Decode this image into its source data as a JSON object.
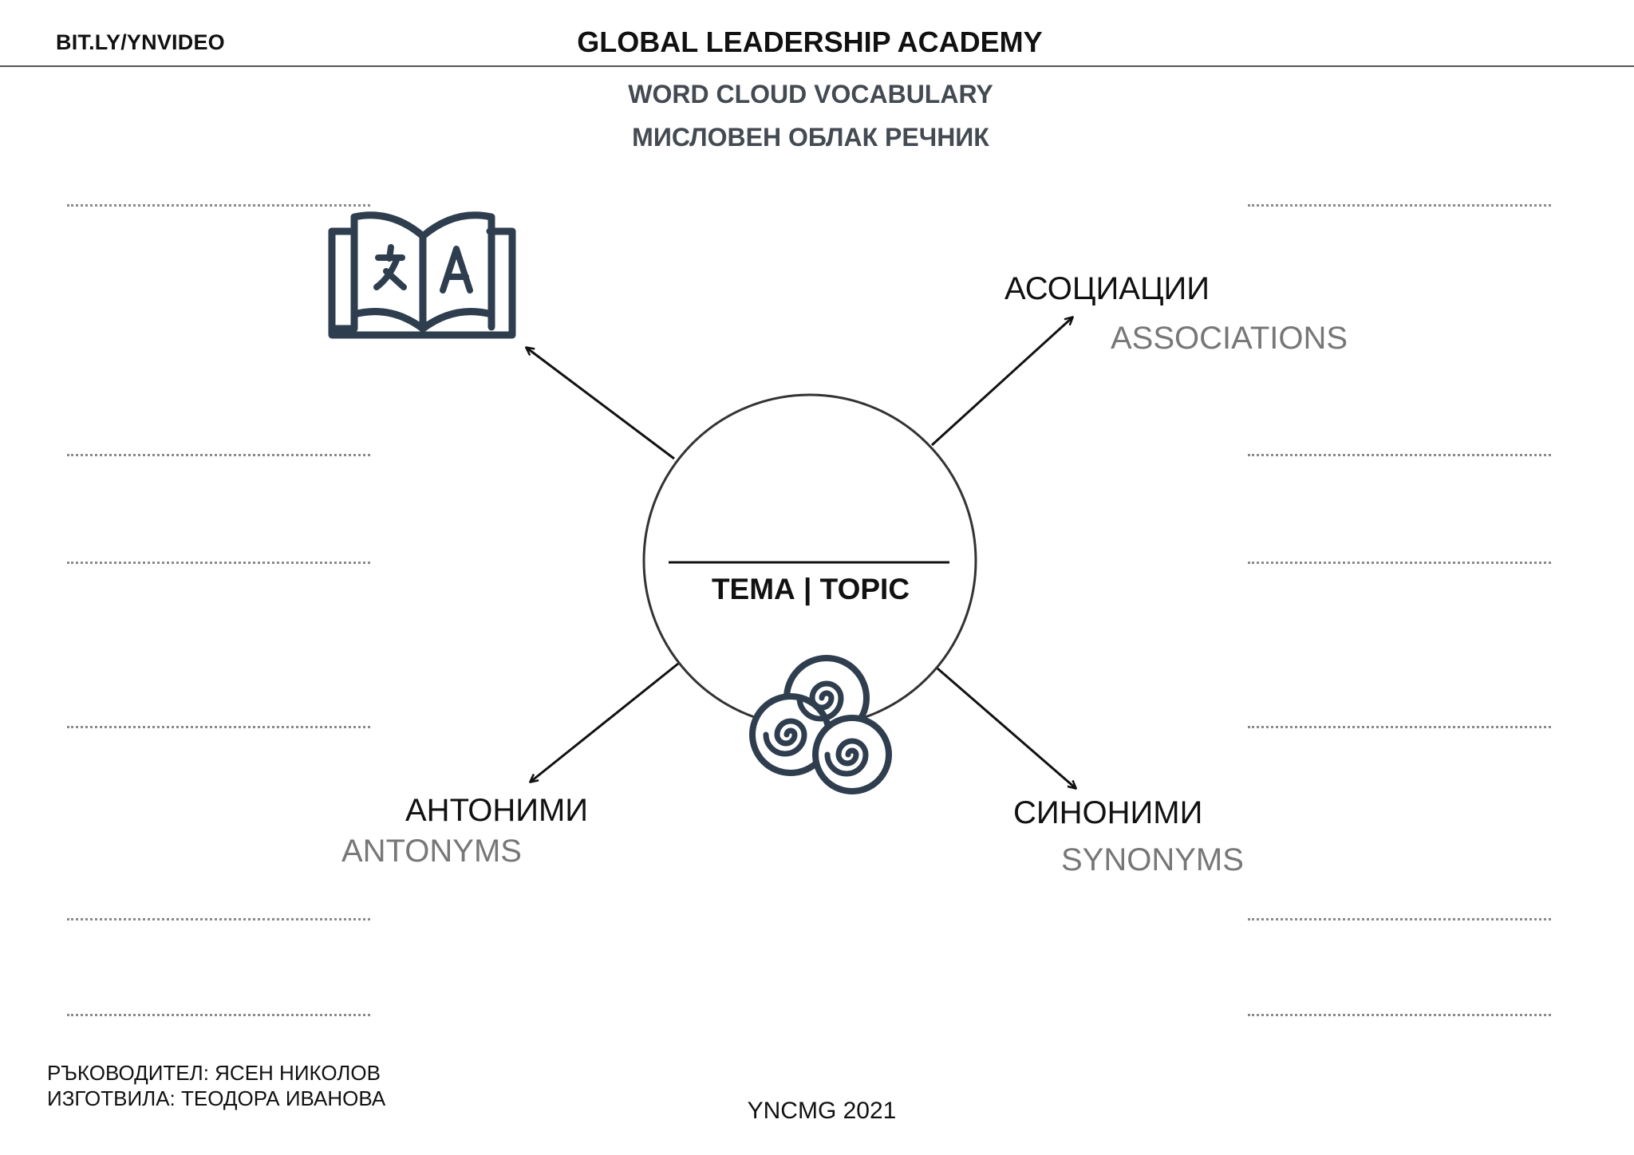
{
  "header": {
    "link": "BIT.LY/YNVIDEO",
    "title": "GLOBAL LEADERSHIP ACADEMY"
  },
  "subtitle": {
    "en": "WORD CLOUD VOCABULARY",
    "bg": "МИСЛОВЕН ОБЛАК РЕЧНИК"
  },
  "center": {
    "label": "ТЕМА | TOPIC"
  },
  "categories": {
    "associations": {
      "bg": "АСОЦИАЦИИ",
      "en": "ASSOCIATIONS"
    },
    "antonyms": {
      "bg": "АНТОНИМИ",
      "en": "ANTONYMS"
    },
    "synonyms": {
      "bg": "СИНОНИМИ",
      "en": "SYNONYMS"
    }
  },
  "footer": {
    "supervisor": "РЪКОВОДИТЕЛ: ЯСЕН НИКОЛОВ",
    "prepared_by": "ИЗГОТВИЛА: ТЕОДОРА ИВАНОВА",
    "year": "YNCMG 2021"
  },
  "icons": {
    "translation_book": "translate-book-icon",
    "spiral_cloud": "spiral-cloud-icon"
  },
  "colors": {
    "icon": "#2f3e4e",
    "subtitle": "#444a52",
    "english_label": "#777777"
  }
}
